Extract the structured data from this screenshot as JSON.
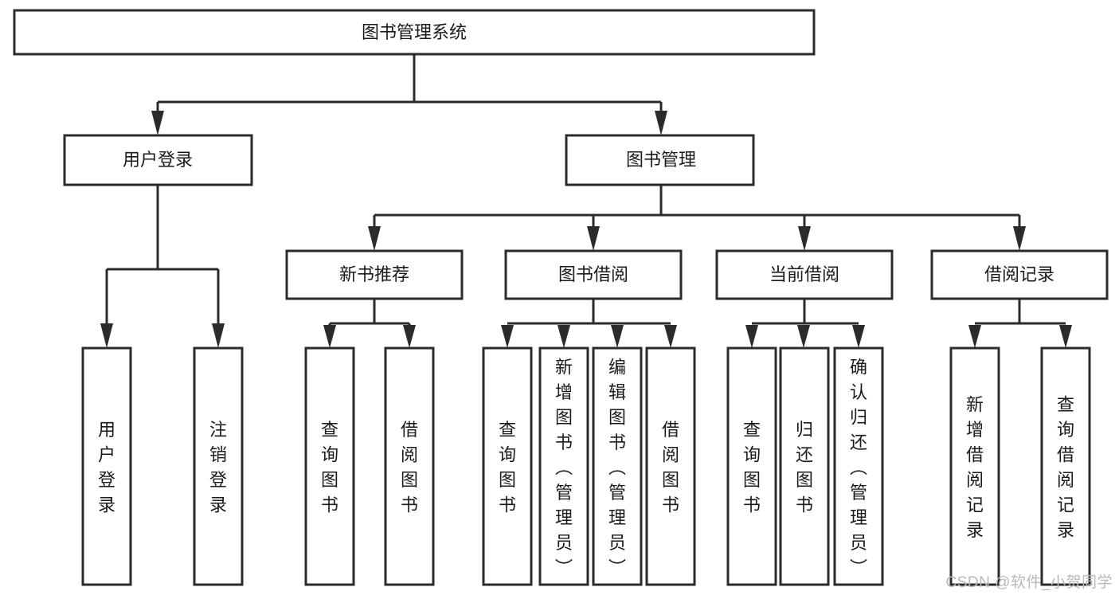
{
  "diagram": {
    "type": "tree-hierarchy",
    "title": "图书管理系统",
    "colors": {
      "stroke": "#2b2b2b",
      "box_fill": "#ffffff",
      "text": "#1a1a1a",
      "watermark": "#b9b9b9",
      "background": "#ffffff"
    },
    "root": {
      "label": "图书管理系统"
    },
    "level2": [
      {
        "label": "用户登录"
      },
      {
        "label": "图书管理"
      }
    ],
    "level3": [
      {
        "label": "新书推荐"
      },
      {
        "label": "图书借阅"
      },
      {
        "label": "当前借阅"
      },
      {
        "label": "借阅记录"
      }
    ],
    "leaves": {
      "user_login": [
        {
          "label": "用户登录"
        },
        {
          "label": "注销登录"
        }
      ],
      "new_book_recommend": [
        {
          "label": "查询图书"
        },
        {
          "label": "借阅图书"
        }
      ],
      "book_borrow": [
        {
          "label": "查询图书"
        },
        {
          "label": "新增图书（管理员）"
        },
        {
          "label": "编辑图书（管理员）"
        },
        {
          "label": "借阅图书"
        }
      ],
      "current_borrow": [
        {
          "label": "查询图书"
        },
        {
          "label": "归还图书"
        },
        {
          "label": "确认归还（管理员）"
        }
      ],
      "borrow_record": [
        {
          "label": "新增借阅记录"
        },
        {
          "label": "查询借阅记录"
        }
      ]
    },
    "watermark": "CSDN @软件_小贺同学"
  }
}
